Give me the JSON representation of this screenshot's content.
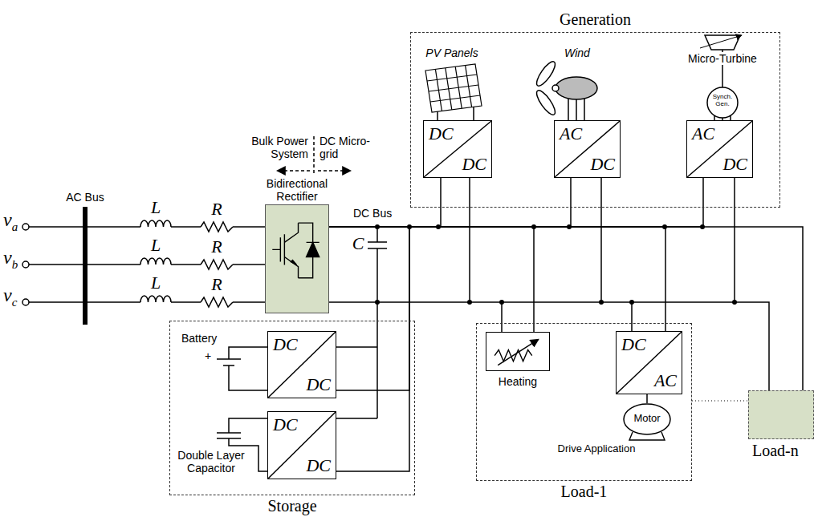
{
  "diagram": {
    "nodes": [
      {
        "text": [
          "Generation"
        ]
      },
      {
        "text": [
          "DC",
          "DC"
        ],
        "in": 0
      },
      {
        "text": [
          "AC",
          "DC"
        ],
        "in": 0
      },
      {
        "text": [
          "AC",
          "DC"
        ],
        "in": 0
      },
      {
        "text": [
          "Bidirectional Rectifier"
        ]
      },
      {
        "text": [
          "Storage"
        ]
      },
      {
        "text": [
          "DC",
          "DC"
        ],
        "in": 5
      },
      {
        "text": [
          "DC",
          "DC"
        ],
        "in": 5
      },
      {
        "text": [
          "Load-1"
        ]
      },
      {
        "text": [
          "Heating"
        ],
        "in": 8
      },
      {
        "text": [
          "DC",
          "AC"
        ],
        "in": 8
      },
      {
        "text": [
          "Motor"
        ],
        "in": 8
      },
      {
        "text": [
          "Load-n"
        ]
      }
    ],
    "edges": [
      {
        "from": 4,
        "to": 1,
        "arrow": "none"
      },
      {
        "from": 4,
        "to": 2,
        "arrow": "none"
      },
      {
        "from": 4,
        "to": 3,
        "arrow": "none"
      },
      {
        "from": 4,
        "to": 6,
        "arrow": "none"
      },
      {
        "from": 4,
        "to": 7,
        "arrow": "none"
      },
      {
        "from": 4,
        "to": 9,
        "arrow": "none"
      },
      {
        "from": 4,
        "to": 10,
        "arrow": "none"
      },
      {
        "from": 4,
        "to": 12,
        "arrow": "none"
      },
      {
        "from": 10,
        "to": 11,
        "arrow": "none"
      }
    ],
    "labels": [
      "Bulk Power System",
      "DC Micro-grid",
      "AC Bus",
      "va",
      "vb",
      "vc",
      "L",
      "R",
      "L",
      "R",
      "L",
      "R",
      "DC Bus",
      "C",
      "PV Panels",
      "Wind",
      "Micro-Turbine",
      "Synch. Gen.",
      "Battery",
      "+",
      "Double Layer Capacitor",
      "Drive Application"
    ]
  }
}
